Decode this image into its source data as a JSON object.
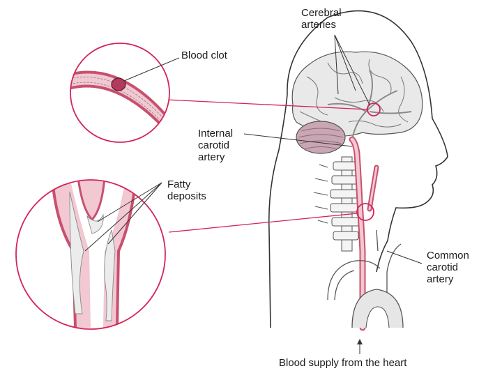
{
  "labels": {
    "cerebral_arteries": "Cerebral\narteries",
    "blood_clot": "Blood clot",
    "internal_carotid": "Internal\ncarotid\nartery",
    "fatty_deposits": "Fatty\ndeposits",
    "common_carotid": "Common\ncarotid\nartery",
    "blood_supply": "Blood supply from the heart"
  },
  "colors": {
    "artery_wall": "#c8506e",
    "artery_fill": "#f2c8d2",
    "highlight_ring": "#d4245a",
    "outline": "#333333",
    "brain_fill": "#e9e9e9",
    "cerebellum": "#c9a6b4",
    "fatty_fill": "#ececec"
  }
}
